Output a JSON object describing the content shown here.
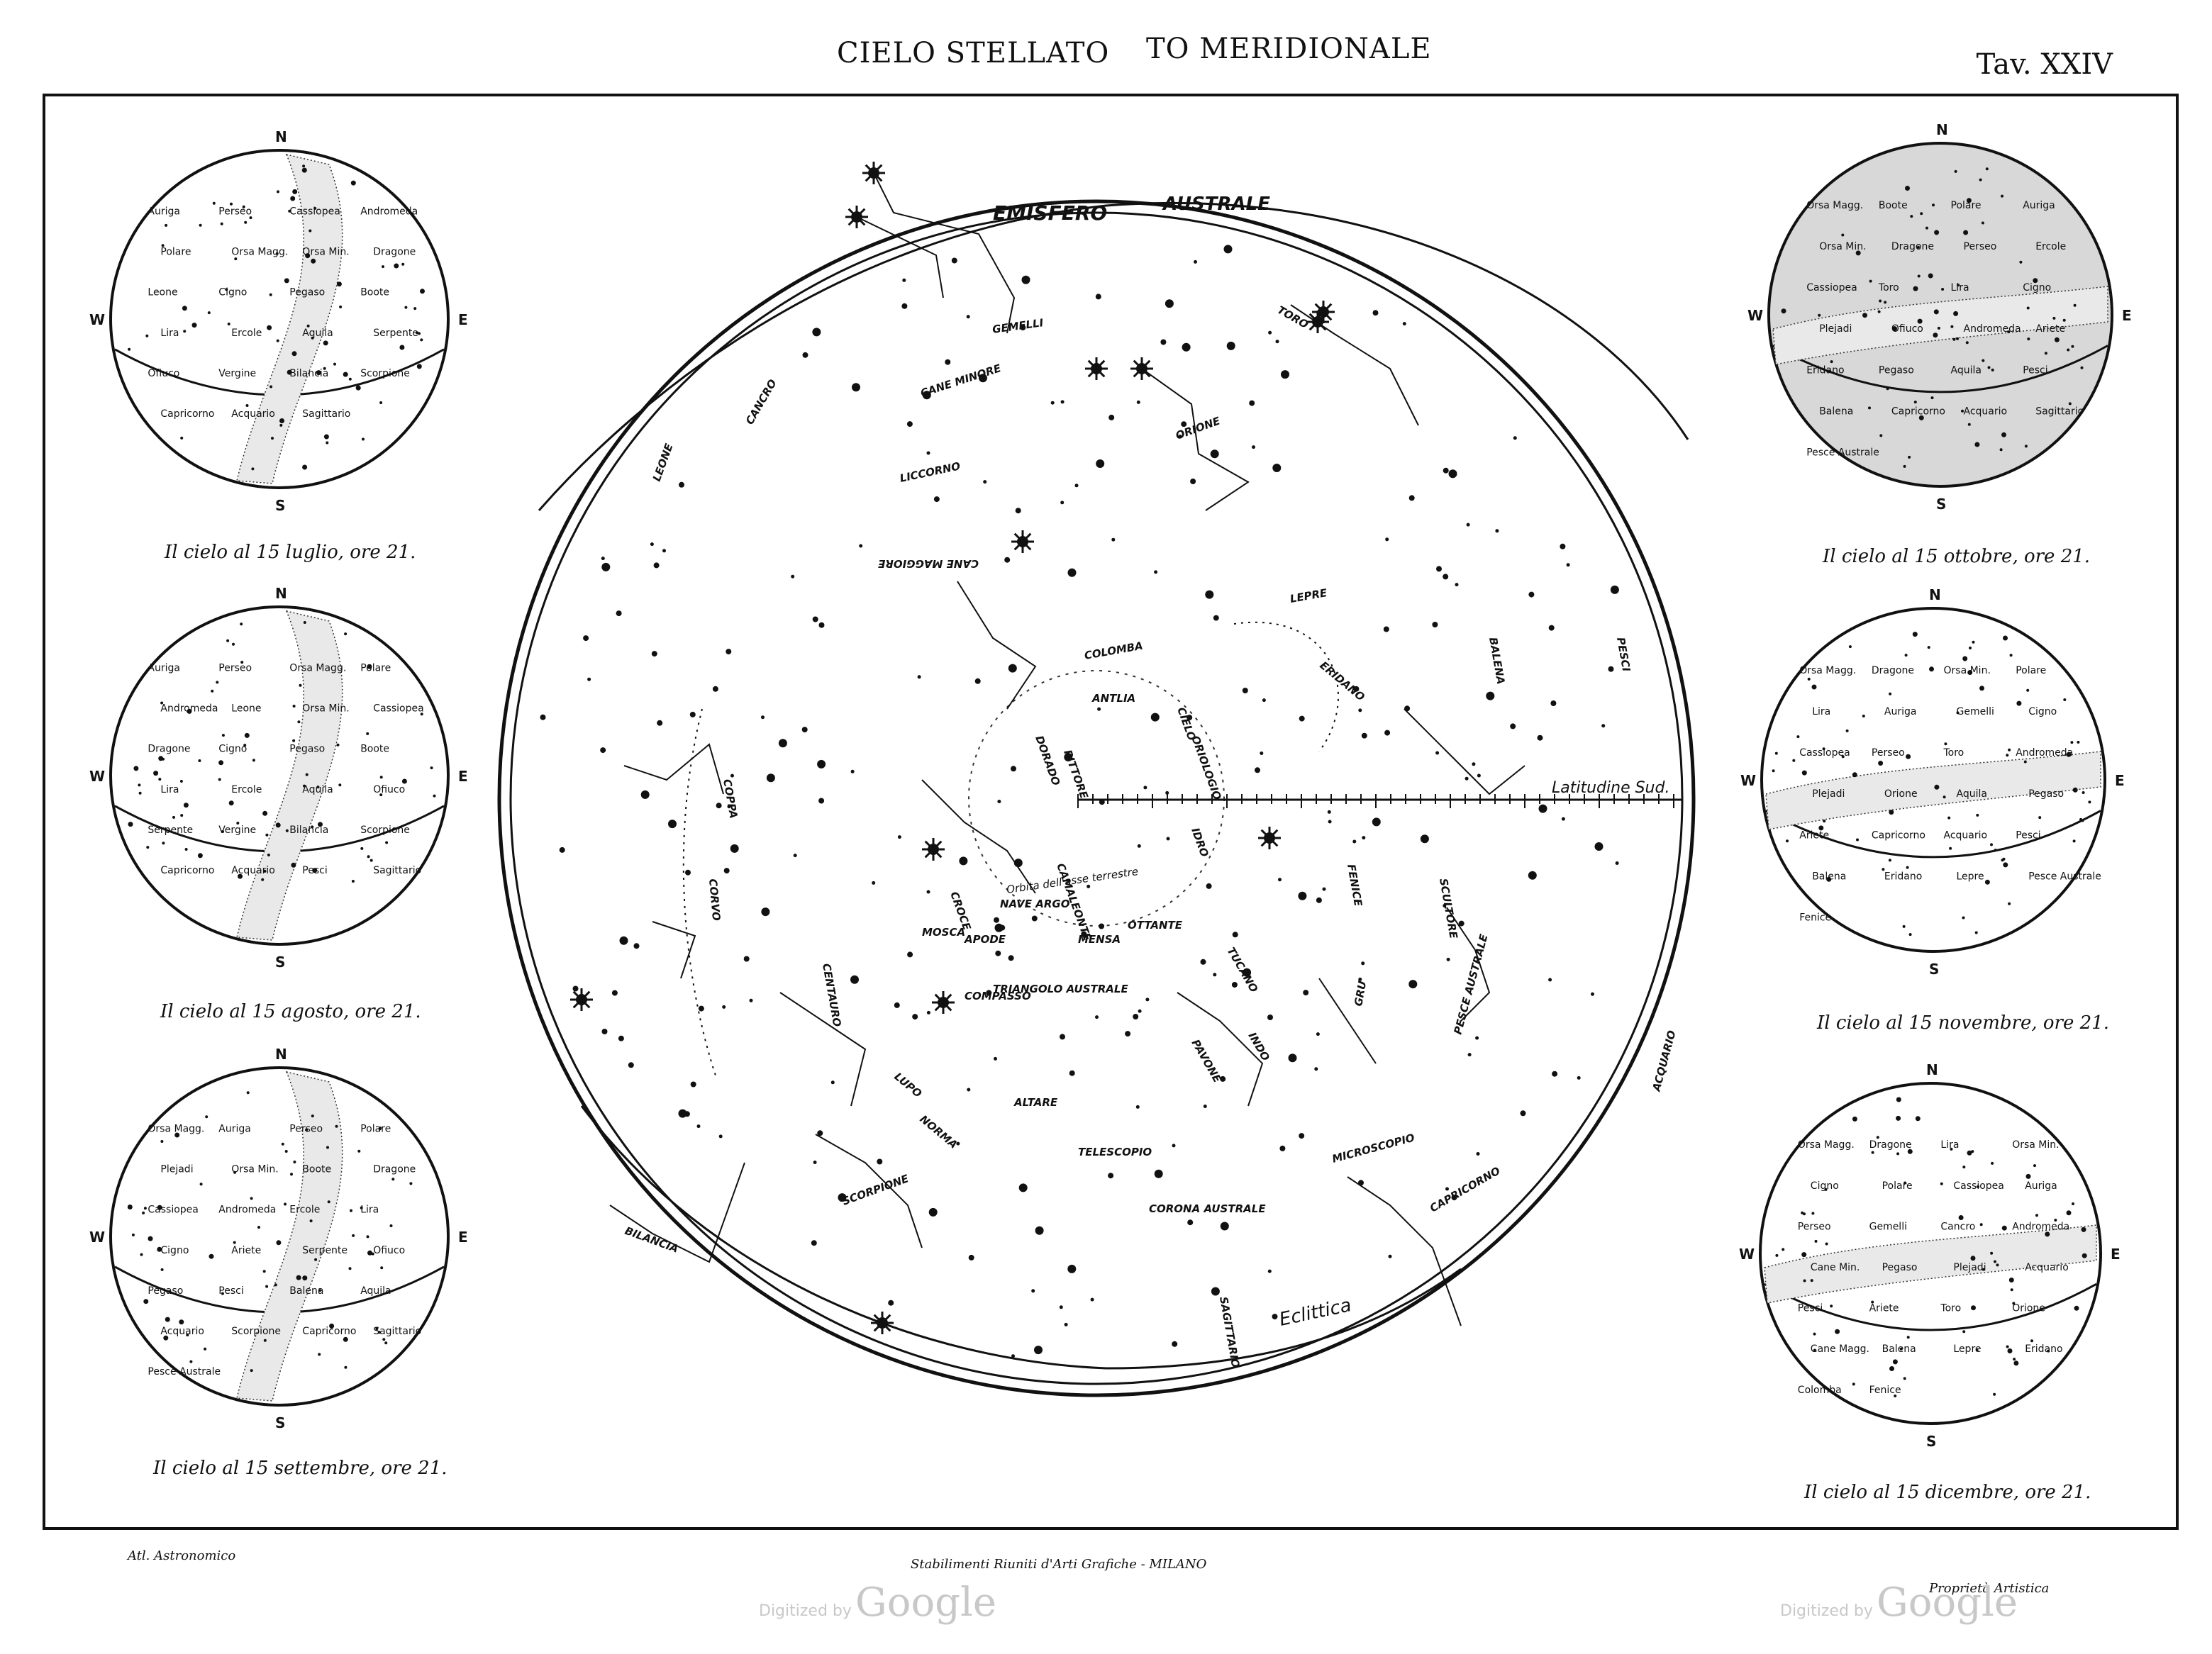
{
  "header": {
    "title_left": "CIELO STELLATO",
    "title_right": "TO MERIDIONALE",
    "plate_number": "Tav. XXIV"
  },
  "main_chart": {
    "labels": {
      "hemisphere": "EMISFERO",
      "hemisphere_right": "AUSTRALE",
      "latitude": "Latitudine Sud.",
      "ecliptic": "Eclittica"
    },
    "constellations": [
      "GEMELLI",
      "TORO",
      "ORIONE",
      "CANE MINORE",
      "LICCORNO",
      "CANCRO",
      "LEONE",
      "CANE MAGGIORE",
      "LEPRE",
      "ERIDANO",
      "BALENA",
      "PESCI",
      "COPPA",
      "CORVO",
      "COLOMBA",
      "CENTAURO",
      "SCORPIONE",
      "LUPO",
      "NORMA",
      "ALTARE",
      "SAGITTARIO",
      "CORONA AUSTRALE",
      "TELESCOPIO",
      "MICROSCOPIO",
      "CAPRICORNO",
      "ACQUARIO",
      "PESCE AUSTRALE",
      "GRU",
      "TUCANO",
      "INDO",
      "PAVONE",
      "FENICE",
      "SCULTORE",
      "IDRO",
      "OTTANTE",
      "CAMALEONTE",
      "MOSCA",
      "CROCE",
      "BILANCIA",
      "ORIOLOGIO",
      "CIELO",
      "COMPASSO",
      "TRIANGOLO AUSTRALE",
      "APODE",
      "MENSA",
      "DORADO",
      "PITTORE",
      "NAVE ARGO",
      "ANTLIA"
    ],
    "hemisphere_label": "Orbita dell'asse terrestre"
  },
  "small_charts": [
    {
      "caption": "Il cielo al 15 luglio, ore 21.",
      "compass": {
        "n": "N",
        "s": "S",
        "e": "E",
        "w": "W"
      },
      "labels": [
        "Auriga",
        "Perseo",
        "Cassiopea",
        "Andromeda",
        "Polare",
        "Orsa Magg.",
        "Orsa Min.",
        "Dragone",
        "Leone",
        "Cigno",
        "Pegaso",
        "Boote",
        "Lira",
        "Ercole",
        "Aquila",
        "Serpente",
        "Ofiuco",
        "Vergine",
        "Bilancia",
        "Scorpione",
        "Capricorno",
        "Acquario",
        "Sagittario"
      ]
    },
    {
      "caption": "Il cielo al 15 agosto, ore 21.",
      "compass": {
        "n": "N",
        "s": "S",
        "e": "E",
        "w": "W"
      },
      "labels": [
        "Auriga",
        "Perseo",
        "Orsa Magg.",
        "Polare",
        "Andromeda",
        "Leone",
        "Orsa Min.",
        "Cassiopea",
        "Dragone",
        "Cigno",
        "Pegaso",
        "Boote",
        "Lira",
        "Ercole",
        "Aquila",
        "Ofiuco",
        "Serpente",
        "Vergine",
        "Bilancia",
        "Scorpione",
        "Capricorno",
        "Acquario",
        "Pesci",
        "Sagittario"
      ]
    },
    {
      "caption": "Il cielo al 15 settembre, ore 21.",
      "compass": {
        "n": "N",
        "s": "S",
        "e": "E",
        "w": "W"
      },
      "labels": [
        "Orsa Magg.",
        "Auriga",
        "Perseo",
        "Polare",
        "Plejadi",
        "Orsa Min.",
        "Boote",
        "Dragone",
        "Cassiopea",
        "Andromeda",
        "Ercole",
        "Lira",
        "Cigno",
        "Ariete",
        "Serpente",
        "Ofiuco",
        "Pegaso",
        "Pesci",
        "Balena",
        "Aquila",
        "Acquario",
        "Scorpione",
        "Capricorno",
        "Sagittario",
        "Pesce Australe"
      ]
    },
    {
      "caption": "Il cielo al 15 ottobre, ore 21.",
      "compass": {
        "n": "N",
        "s": "S",
        "e": "E",
        "w": "W"
      },
      "labels": [
        "Orsa Magg.",
        "Boote",
        "Polare",
        "Auriga",
        "Orsa Min.",
        "Dragone",
        "Perseo",
        "Ercole",
        "Cassiopea",
        "Toro",
        "Lira",
        "Cigno",
        "Plejadi",
        "Ofiuco",
        "Andromeda",
        "Ariete",
        "Eridano",
        "Pegaso",
        "Aquila",
        "Pesci",
        "Balena",
        "Capricorno",
        "Acquario",
        "Sagittario",
        "Pesce Australe"
      ]
    },
    {
      "caption": "Il cielo al 15 novembre, ore 21.",
      "compass": {
        "n": "N",
        "s": "S",
        "e": "E",
        "w": "W"
      },
      "labels": [
        "Orsa Magg.",
        "Dragone",
        "Orsa Min.",
        "Polare",
        "Lira",
        "Auriga",
        "Gemelli",
        "Cigno",
        "Cassiopea",
        "Perseo",
        "Toro",
        "Andromeda",
        "Plejadi",
        "Orione",
        "Aquila",
        "Pegaso",
        "Ariete",
        "Capricorno",
        "Acquario",
        "Pesci",
        "Balena",
        "Eridano",
        "Lepre",
        "Pesce Australe",
        "Fenice"
      ]
    },
    {
      "caption": "Il cielo al 15 dicembre, ore 21.",
      "compass": {
        "n": "N",
        "s": "S",
        "e": "E",
        "w": "W"
      },
      "labels": [
        "Orsa Magg.",
        "Dragone",
        "Lira",
        "Orsa Min.",
        "Cigno",
        "Polare",
        "Cassiopea",
        "Auriga",
        "Perseo",
        "Gemelli",
        "Cancro",
        "Andromeda",
        "Cane Min.",
        "Pegaso",
        "Plejadi",
        "Acquario",
        "Pesci",
        "Ariete",
        "Toro",
        "Orione",
        "Cane Magg.",
        "Balena",
        "Lepre",
        "Eridano",
        "Colomba",
        "Fenice"
      ]
    }
  ],
  "footer": {
    "left": "Atl. Astronomico",
    "center": "Stabilimenti Riuniti d'Arti Grafiche - MILANO",
    "right": "Proprietà Artistica"
  },
  "watermarks": [
    {
      "small": "Digitized by",
      "big": "Google"
    },
    {
      "small": "Digitized by",
      "big": "Google"
    }
  ]
}
